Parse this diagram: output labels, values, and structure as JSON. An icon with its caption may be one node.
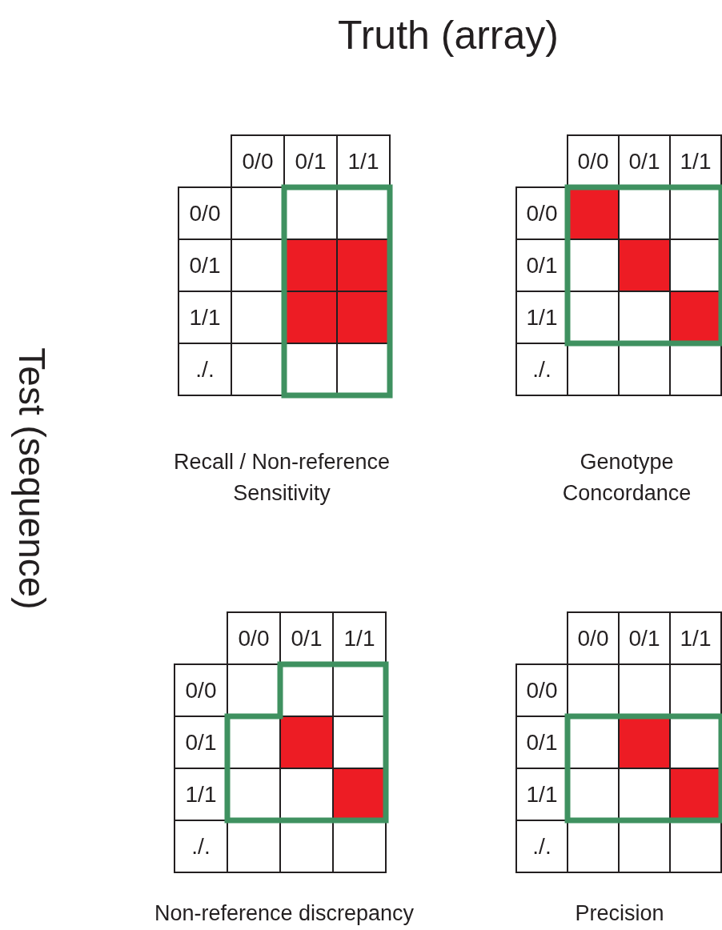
{
  "diagram": {
    "labels": [
      "Truth (array)",
      "Test (sequence)",
      "0/0",
      "0/1",
      "1/1",
      "0/0",
      "0/1",
      "1/1",
      "./.",
      "0/0",
      "0/1",
      "1/1",
      "0/0",
      "0/1",
      "1/1",
      "./.",
      "Recall / Non-reference Sensitivity",
      "Genotype Concordance",
      "0/0",
      "0/1",
      "1/1",
      "0/0",
      "0/1",
      "1/1",
      "./.",
      "0/0",
      "0/1",
      "1/1",
      "0/0",
      "0/1",
      "1/1",
      "./.",
      "Non-reference discrepancy",
      "Precision"
    ]
  }
}
